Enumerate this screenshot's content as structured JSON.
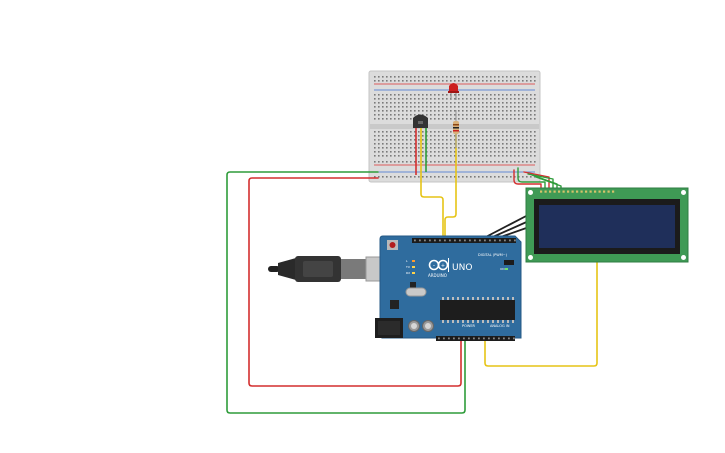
{
  "arduino": {
    "brand": "ARDUINO",
    "model": "UNO",
    "digital_label": "DIGITAL (PWM~)",
    "power_label": "POWER",
    "analog_label": "ANALOG IN",
    "tx_label": "TX",
    "rx_label": "RX",
    "l_label": "L",
    "on_label": "ON"
  },
  "colors": {
    "wire_red": "#d32f2f",
    "wire_green": "#2e9c3a",
    "wire_yellow": "#e6c417",
    "wire_black": "#222222",
    "board_blue": "#2f6c9e",
    "lcd_green": "#3f9a55",
    "lcd_screen": "#1f2f5a",
    "breadboard": "#d9d9d9"
  }
}
